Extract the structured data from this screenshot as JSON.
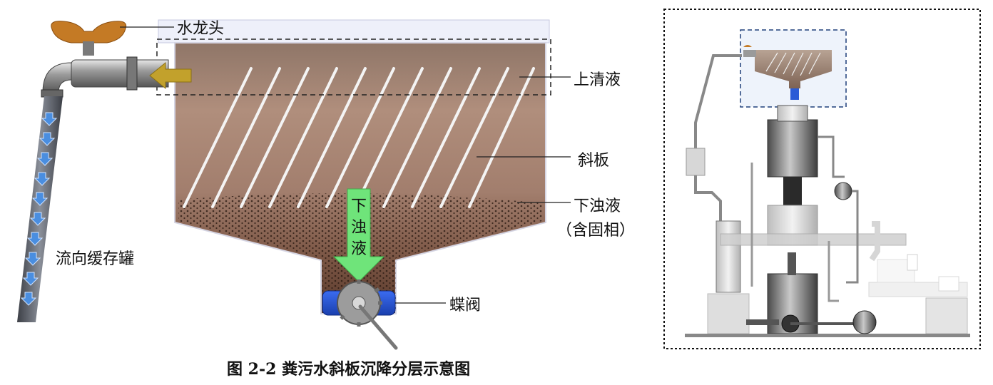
{
  "labels": {
    "faucet": "水龙头",
    "supernatant": "上清液",
    "inclined_plate": "斜板",
    "turbid_liquid": "下浊液",
    "solid_phase": "（含固相）",
    "buffer_tank": "流向缓存罐",
    "butterfly_valve": "蝶阀",
    "arrow_text": [
      "下",
      "浊",
      "液"
    ]
  },
  "caption": "图 2-2  粪污水斜板沉降分层示意图",
  "colors": {
    "tank_top": "#8f7668",
    "tank_mid": "#a98574",
    "tank_bottom": "#5e3d2e",
    "faucet_handle": "#c47a25",
    "inflow_arrow": "#c2a12c",
    "down_arrow": "#6fe47a",
    "pipe_flow": "#4a8ee0",
    "valve_ring": "#2357d8"
  }
}
